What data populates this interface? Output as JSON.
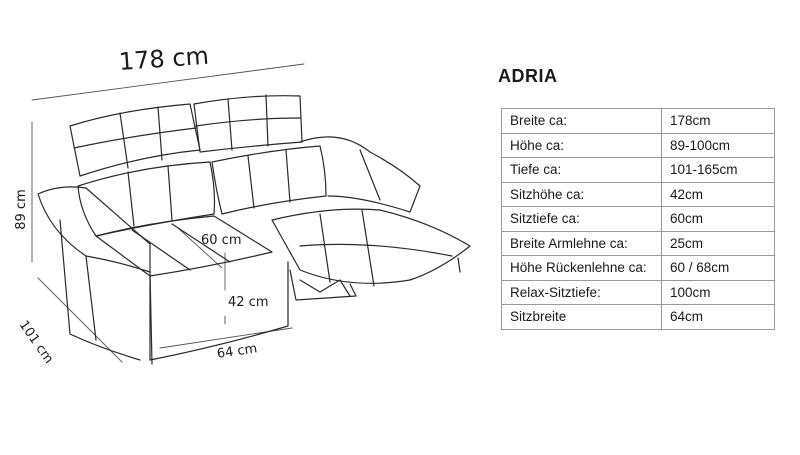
{
  "product": {
    "name": "ADRIA"
  },
  "dimensions": {
    "total_width": "178 cm",
    "height": "89 cm",
    "depth": "101 cm",
    "seat_width": "64 cm",
    "seat_depth": "60 cm",
    "seat_height": "42 cm"
  },
  "specs": [
    {
      "label": "Breite ca:",
      "value": "178cm"
    },
    {
      "label": "Höhe ca:",
      "value": "89-100cm"
    },
    {
      "label": "Tiefe ca:",
      "value": "101-165cm"
    },
    {
      "label": "Sitzhöhe ca:",
      "value": "42cm"
    },
    {
      "label": "Sitztiefe ca:",
      "value": "60cm"
    },
    {
      "label": "Breite Armlehne ca:",
      "value": "25cm"
    },
    {
      "label": "Höhe Rückenlehne ca:",
      "value": "60 / 68cm"
    },
    {
      "label": "Relax-Sitztiefe:",
      "value": "100cm"
    },
    {
      "label": "Sitzbreite",
      "value": "64cm"
    }
  ]
}
